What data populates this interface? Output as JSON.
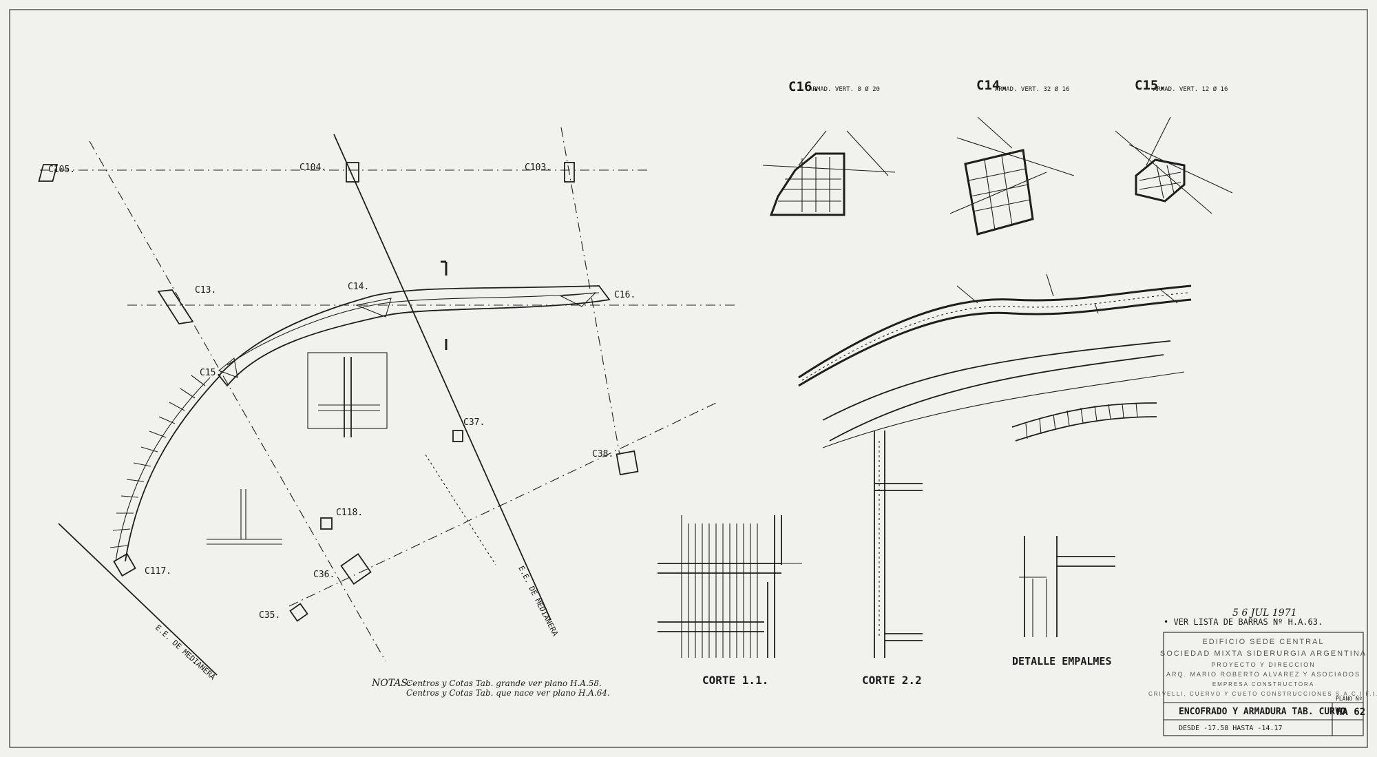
{
  "columns": {
    "c105": "C105.",
    "c104": "C104.",
    "c103": "C103.",
    "c13": "C13.",
    "c14": "C14.",
    "c16": "C16.",
    "c15": "C15.",
    "c37": "C37.",
    "c38": "C38.",
    "c118": "C118.",
    "c36": "C36.",
    "c35": "C35.",
    "c117": "C117."
  },
  "axes": {
    "left": "E.E. DE MEDIANERA",
    "right": "E.E. DE MEDIANERA"
  },
  "sections": {
    "c16": {
      "title": "C16.",
      "sub": "ARMAD. VERT. 8 Ø 20"
    },
    "c14": {
      "title": "C14.",
      "sub": "ARMAD. VERT. 32 Ø 16"
    },
    "c15": {
      "title": "C15.",
      "sub": "ARMAD. VERT. 12 Ø 16"
    }
  },
  "cuts": {
    "corte11": "CORTE 1.1.",
    "corte22": "CORTE 2.2",
    "empalmes": "DETALLE EMPALMES"
  },
  "notes": {
    "prefix": "NOTAS:",
    "line1": "Centros y Cotas Tab. grande ver plano  H.A.58.",
    "line2": "Centros y Cotas Tab. que nace ver plano  H.A.64."
  },
  "stamp": {
    "date": "5 6 JUL 1971",
    "ref": "• VER LISTA DE BARRAS Nº H.A.63."
  },
  "title_block": {
    "building": "EDIFICIO SEDE CENTRAL",
    "owner": "SOCIEDAD MIXTA SIDERURGIA ARGENTINA",
    "project_label": "PROYECTO Y DIRECCION",
    "architects": "ARQ. MARIO ROBERTO ALVAREZ Y ASOCIADOS",
    "builder_label": "EMPRESA CONSTRUCTORA",
    "builder": "CRIVELLI, CUERVO Y CUETO CONSTRUCCIONES S.A.C.I.F.I.",
    "drawing_title": "ENCOFRADO Y ARMADURA TAB. CURVO",
    "range": "DESDE -17.58 HASTA -14.17",
    "plano_label": "PLANO Nº",
    "plano": "HA 62"
  }
}
